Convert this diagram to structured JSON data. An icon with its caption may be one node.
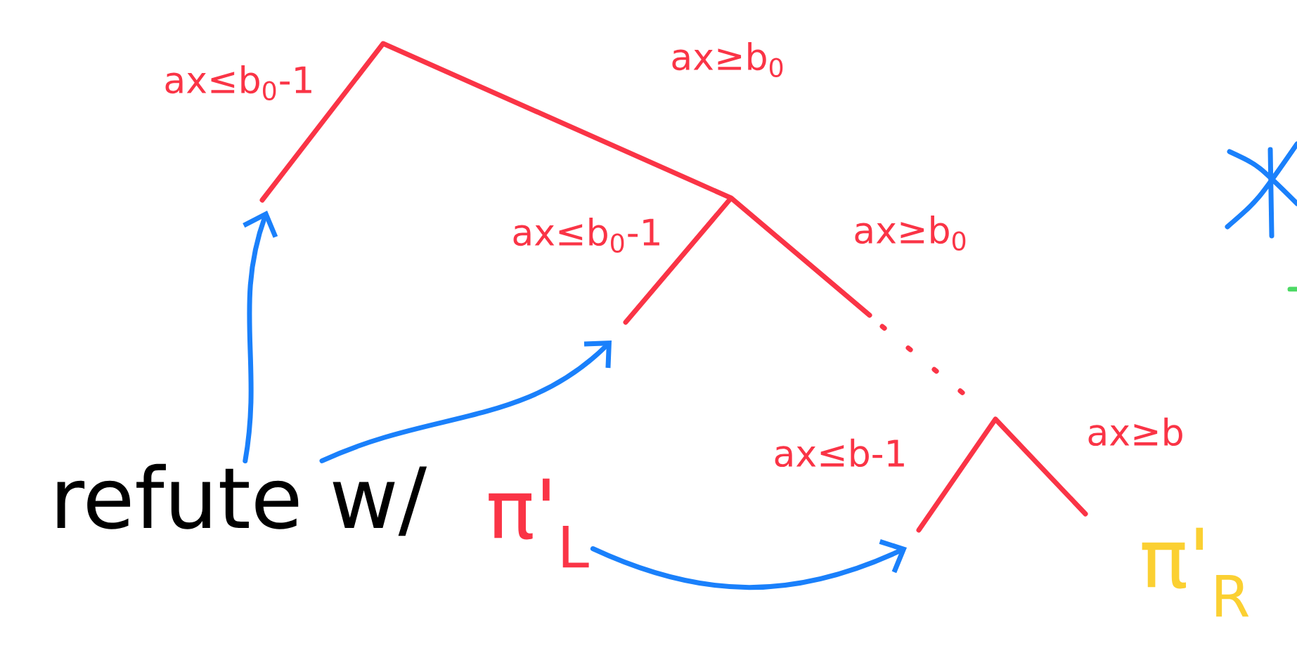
{
  "diagram": {
    "nodes": [
      {
        "text": [
          "refute w/"
        ]
      },
      {
        "text": [
          "π'$_{L}$"
        ]
      }
    ],
    "edges": [
      {
        "from": 0,
        "to": null,
        "arrow": "to"
      },
      {
        "from": 0,
        "to": null,
        "arrow": "to"
      },
      {
        "from": 1,
        "to": null,
        "arrow": "to"
      }
    ],
    "labels": [
      "ax≤b$_{0}$-1",
      "ax≥b$_{0}$",
      "ax≤b$_{0}$-1",
      "ax≥b$_{0}$",
      "ax≤b-1",
      "ax≥b",
      "π'$_{R}$"
    ]
  }
}
